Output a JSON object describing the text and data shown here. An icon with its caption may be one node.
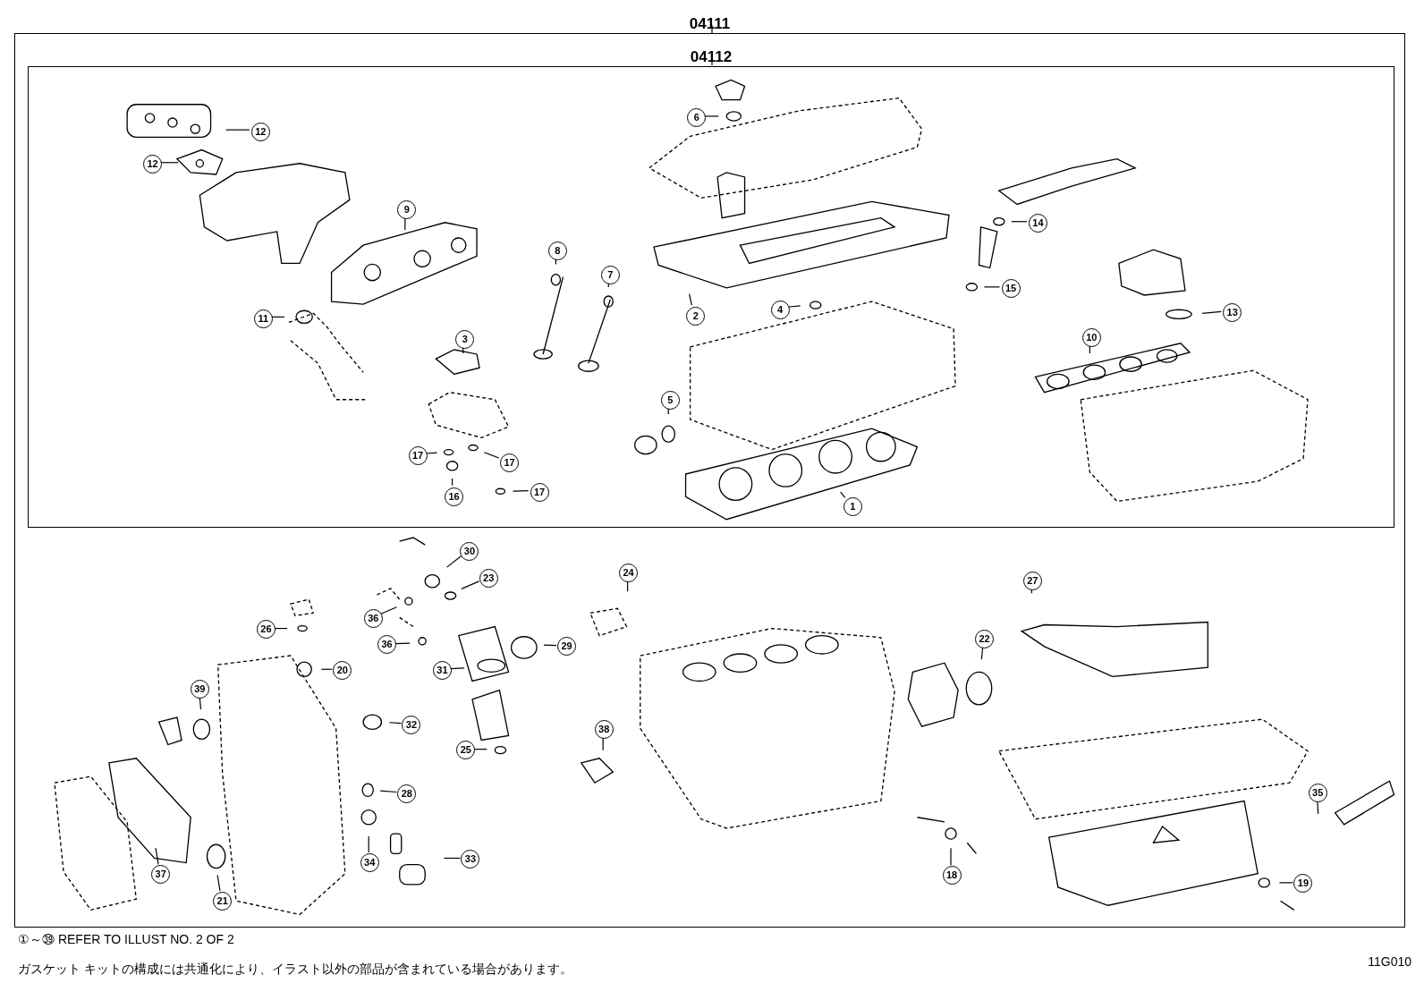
{
  "diagram": {
    "nodes": [
      {
        "text": [
          "04111"
        ]
      },
      {
        "text": [
          "04112"
        ],
        "in": 0
      },
      {
        "text": [
          "12"
        ],
        "in": 1
      },
      {
        "text": [
          "12"
        ],
        "in": 1
      },
      {
        "text": [
          "6"
        ],
        "in": 1
      },
      {
        "text": [
          "9"
        ],
        "in": 1
      },
      {
        "text": [
          "14"
        ],
        "in": 1
      },
      {
        "text": [
          "8"
        ],
        "in": 1
      },
      {
        "text": [
          "7"
        ],
        "in": 1
      },
      {
        "text": [
          "15"
        ],
        "in": 1
      },
      {
        "text": [
          "4"
        ],
        "in": 1
      },
      {
        "text": [
          "13"
        ],
        "in": 1
      },
      {
        "text": [
          "2"
        ],
        "in": 1
      },
      {
        "text": [
          "11"
        ],
        "in": 1
      },
      {
        "text": [
          "10"
        ],
        "in": 1
      },
      {
        "text": [
          "3"
        ],
        "in": 1
      },
      {
        "text": [
          "5"
        ],
        "in": 1
      },
      {
        "text": [
          "17"
        ],
        "in": 1
      },
      {
        "text": [
          "17"
        ],
        "in": 1
      },
      {
        "text": [
          "17"
        ],
        "in": 1
      },
      {
        "text": [
          "16"
        ],
        "in": 1
      },
      {
        "text": [
          "1"
        ],
        "in": 1
      },
      {
        "text": [
          "30"
        ],
        "in": 0
      },
      {
        "text": [
          "24"
        ],
        "in": 0
      },
      {
        "text": [
          "23"
        ],
        "in": 0
      },
      {
        "text": [
          "27"
        ],
        "in": 0
      },
      {
        "text": [
          "36"
        ],
        "in": 0
      },
      {
        "text": [
          "26"
        ],
        "in": 0
      },
      {
        "text": [
          "22"
        ],
        "in": 0
      },
      {
        "text": [
          "36"
        ],
        "in": 0
      },
      {
        "text": [
          "29"
        ],
        "in": 0
      },
      {
        "text": [
          "31"
        ],
        "in": 0
      },
      {
        "text": [
          "20"
        ],
        "in": 0
      },
      {
        "text": [
          "39"
        ],
        "in": 0
      },
      {
        "text": [
          "32"
        ],
        "in": 0
      },
      {
        "text": [
          "38"
        ],
        "in": 0
      },
      {
        "text": [
          "25"
        ],
        "in": 0
      },
      {
        "text": [
          "35"
        ],
        "in": 0
      },
      {
        "text": [
          "28"
        ],
        "in": 0
      },
      {
        "text": [
          "33"
        ],
        "in": 0
      },
      {
        "text": [
          "34"
        ],
        "in": 0
      },
      {
        "text": [
          "18"
        ],
        "in": 0
      },
      {
        "text": [
          "37"
        ],
        "in": 0
      },
      {
        "text": [
          "19"
        ],
        "in": 0
      },
      {
        "text": [
          "21"
        ],
        "in": 0
      }
    ],
    "edges": [
      {
        "from": 2,
        "to": null,
        "arrow": "none"
      },
      {
        "from": 3,
        "to": null,
        "arrow": "none"
      },
      {
        "from": 4,
        "to": null,
        "arrow": "none"
      },
      {
        "from": 5,
        "to": null,
        "arrow": "none"
      },
      {
        "from": 6,
        "to": null,
        "arrow": "none"
      },
      {
        "from": 7,
        "to": null,
        "arrow": "none"
      },
      {
        "from": 8,
        "to": null,
        "arrow": "none"
      },
      {
        "from": 9,
        "to": null,
        "arrow": "none"
      },
      {
        "from": 10,
        "to": null,
        "arrow": "none"
      },
      {
        "from": 11,
        "to": null,
        "arrow": "none"
      },
      {
        "from": 12,
        "to": null,
        "arrow": "none"
      },
      {
        "from": 13,
        "to": null,
        "arrow": "none"
      },
      {
        "from": 14,
        "to": null,
        "arrow": "none"
      },
      {
        "from": 15,
        "to": null,
        "arrow": "none"
      },
      {
        "from": 16,
        "to": null,
        "arrow": "none"
      },
      {
        "from": 17,
        "to": null,
        "arrow": "none"
      },
      {
        "from": 18,
        "to": null,
        "arrow": "none"
      },
      {
        "from": 19,
        "to": null,
        "arrow": "none"
      },
      {
        "from": 20,
        "to": null,
        "arrow": "none"
      },
      {
        "from": 21,
        "to": null,
        "arrow": "none"
      },
      {
        "from": 22,
        "to": null,
        "arrow": "none"
      },
      {
        "from": 23,
        "to": null,
        "arrow": "none"
      },
      {
        "from": 24,
        "to": null,
        "arrow": "none"
      },
      {
        "from": 25,
        "to": null,
        "arrow": "none"
      },
      {
        "from": 26,
        "to": null,
        "arrow": "none"
      },
      {
        "from": 27,
        "to": null,
        "arrow": "none"
      },
      {
        "from": 28,
        "to": null,
        "arrow": "none"
      },
      {
        "from": 29,
        "to": null,
        "arrow": "none"
      },
      {
        "from": 30,
        "to": null,
        "arrow": "none"
      },
      {
        "from": 31,
        "to": null,
        "arrow": "none"
      },
      {
        "from": 32,
        "to": null,
        "arrow": "none"
      },
      {
        "from": 33,
        "to": null,
        "arrow": "none"
      },
      {
        "from": 34,
        "to": null,
        "arrow": "none"
      },
      {
        "from": 35,
        "to": null,
        "arrow": "none"
      },
      {
        "from": 36,
        "to": null,
        "arrow": "none"
      },
      {
        "from": 37,
        "to": null,
        "arrow": "none"
      },
      {
        "from": 38,
        "to": null,
        "arrow": "none"
      },
      {
        "from": 39,
        "to": null,
        "arrow": "none"
      },
      {
        "from": 40,
        "to": null,
        "arrow": "none"
      },
      {
        "from": 41,
        "to": null,
        "arrow": "none"
      },
      {
        "from": 42,
        "to": null,
        "arrow": "none"
      },
      {
        "from": 43,
        "to": null,
        "arrow": "none"
      },
      {
        "from": 44,
        "to": null,
        "arrow": "none"
      }
    ],
    "labels": [
      "①～㊴ REFER TO ILLUST NO. 2 OF 2",
      "ガスケット キットの構成には共通化により、イラスト以外の部品が含まれている場合があります。",
      "11G010"
    ]
  }
}
